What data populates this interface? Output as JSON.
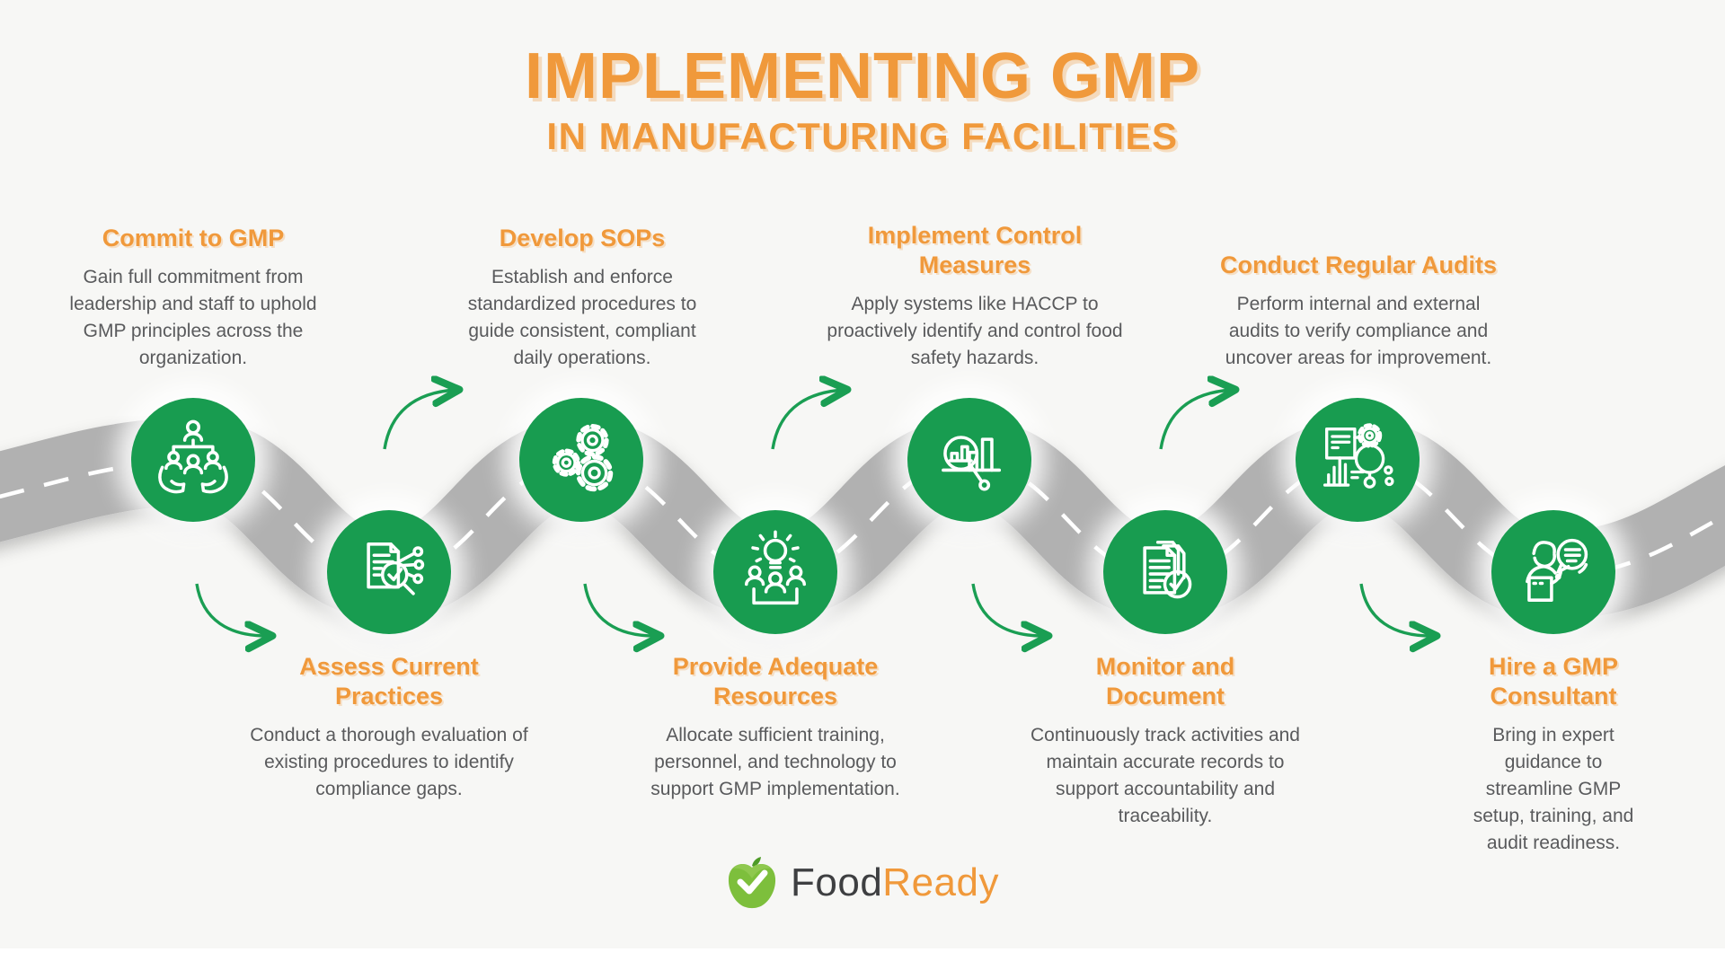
{
  "title": {
    "line1": "IMPLEMENTING GMP",
    "line2": "IN MANUFACTURING FACILITIES"
  },
  "steps": [
    {
      "id": 1,
      "position": "top",
      "icon": "team-hands-icon",
      "heading": "Commit to GMP",
      "body": "Gain full commitment from leadership and staff to uphold GMP principles across the organization."
    },
    {
      "id": 2,
      "position": "bottom",
      "icon": "document-magnifier-icon",
      "heading": "Assess Current Practices",
      "body": "Conduct a thorough evaluation of existing procedures to identify compliance gaps."
    },
    {
      "id": 3,
      "position": "top",
      "icon": "gears-icon",
      "heading": "Develop SOPs",
      "body": "Establish and enforce standardized procedures to guide consistent, compliant daily operations."
    },
    {
      "id": 4,
      "position": "bottom",
      "icon": "team-lightbulb-icon",
      "heading": "Provide Adequate Resources",
      "body": "Allocate sufficient training, personnel, and technology to support GMP implementation."
    },
    {
      "id": 5,
      "position": "top",
      "icon": "chart-magnifier-icon",
      "heading": "Implement Control Measures",
      "body": "Apply systems like HACCP to proactively identify and control food safety hazards."
    },
    {
      "id": 6,
      "position": "bottom",
      "icon": "documents-check-icon",
      "heading": "Monitor and Document",
      "body": "Continuously track activities and maintain accurate records to support accountability and traceability."
    },
    {
      "id": 7,
      "position": "top",
      "icon": "audit-report-icon",
      "heading": "Conduct Regular Audits",
      "body": "Perform internal and external audits to verify compliance and uncover areas for improvement."
    },
    {
      "id": 8,
      "position": "bottom",
      "icon": "consultant-chat-icon",
      "heading": "Hire a GMP Consultant",
      "body": "Bring in expert guidance to streamline GMP setup, training, and audit readiness."
    }
  ],
  "logo": {
    "icon": "apple-check-icon",
    "brand_first": "Food",
    "brand_second": "Ready"
  },
  "colors": {
    "accent_orange": "#F0993B",
    "brand_green": "#189C50",
    "arrow_green": "#1A9E53",
    "road_gray": "#B1B1B1",
    "body_text": "#595A5C",
    "background": "#F7F7F5"
  }
}
